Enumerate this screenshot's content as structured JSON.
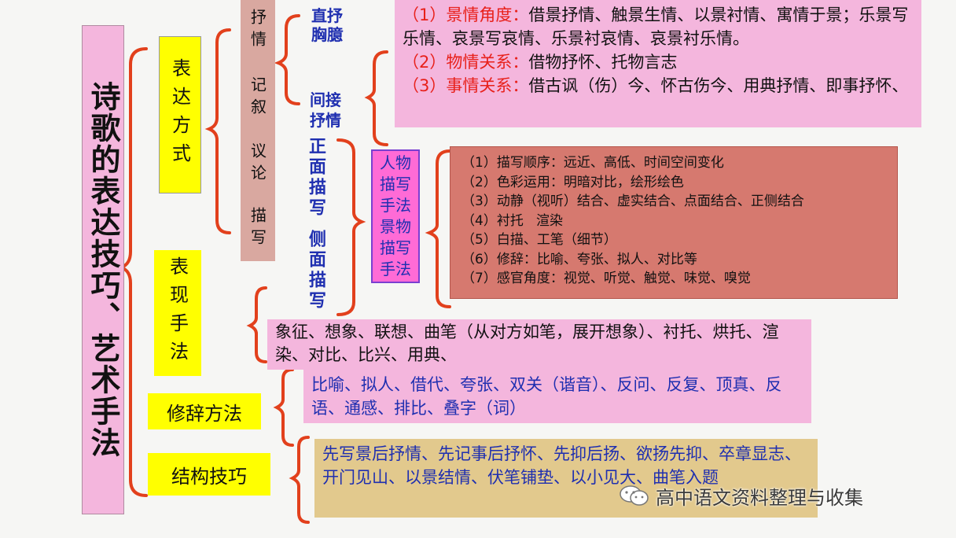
{
  "root": {
    "label": "诗歌的表达技巧、艺术手法"
  },
  "categories": {
    "expression": "表达方式",
    "technique": "表现手法",
    "rhetoric": "修辞方法",
    "structure": "结构技巧"
  },
  "expression_types": {
    "lyric": "抒情",
    "narrative": "记叙",
    "argument": "议论",
    "description": "描写"
  },
  "lyric_sub": {
    "direct": "直抒胸臆",
    "indirect": "间接抒情"
  },
  "indirect_details": [
    {
      "label": "（1）景情角度：",
      "text": "借景抒情、触景生情、以景衬情、寓情于景；乐景写乐情、哀景写哀情、乐景衬哀情、哀景衬乐情。"
    },
    {
      "label": "（2）物情关系：",
      "text": "借物抒怀、托物言志"
    },
    {
      "label": "（3）事情关系：",
      "text": "借古讽（伤）今、怀古伤今、用典抒情、即事抒怀、"
    }
  ],
  "description_sub": {
    "front": "正面描写",
    "side": "侧面描写"
  },
  "description_methods": {
    "figure": "人物描写手法",
    "scene": "景物描写手法"
  },
  "description_details": [
    "（1）描写顺序：远近、高低、时间空间变化",
    "（2）色彩运用：明暗对比，绘形绘色",
    "（3）动静（视听）结合、虚实结合、点面结合、正侧结合",
    "（4）衬托   渲染",
    "（5）白描、工笔（细节）",
    "（6）修辞：比喻、夸张、拟人、对比等",
    "（7）感官角度：视觉、听觉、触觉、味觉、嗅觉"
  ],
  "technique_detail": "象征、想象、联想、曲笔（从对方如笔，展开想象）、衬托、烘托、渲染、对比、比兴、用典、",
  "rhetoric_detail": "比喻、拟人、借代、夸张、双关（谐音）、反问、反复、顶真、反语、通感、排比、叠字（词）",
  "structure_detail": "先写景后抒情、先记事后抒怀、先抑后扬、欲扬先抑、卒章显志、开门见山、以景结情、伏笔铺垫、以小见大、曲笔入题",
  "watermark": {
    "text": "高中语文资料整理与收集",
    "icon": "wechat-icon"
  },
  "colors": {
    "bracket": "#e2401c",
    "red_text": "#e8201a",
    "blue_text": "#1f2fb0"
  }
}
